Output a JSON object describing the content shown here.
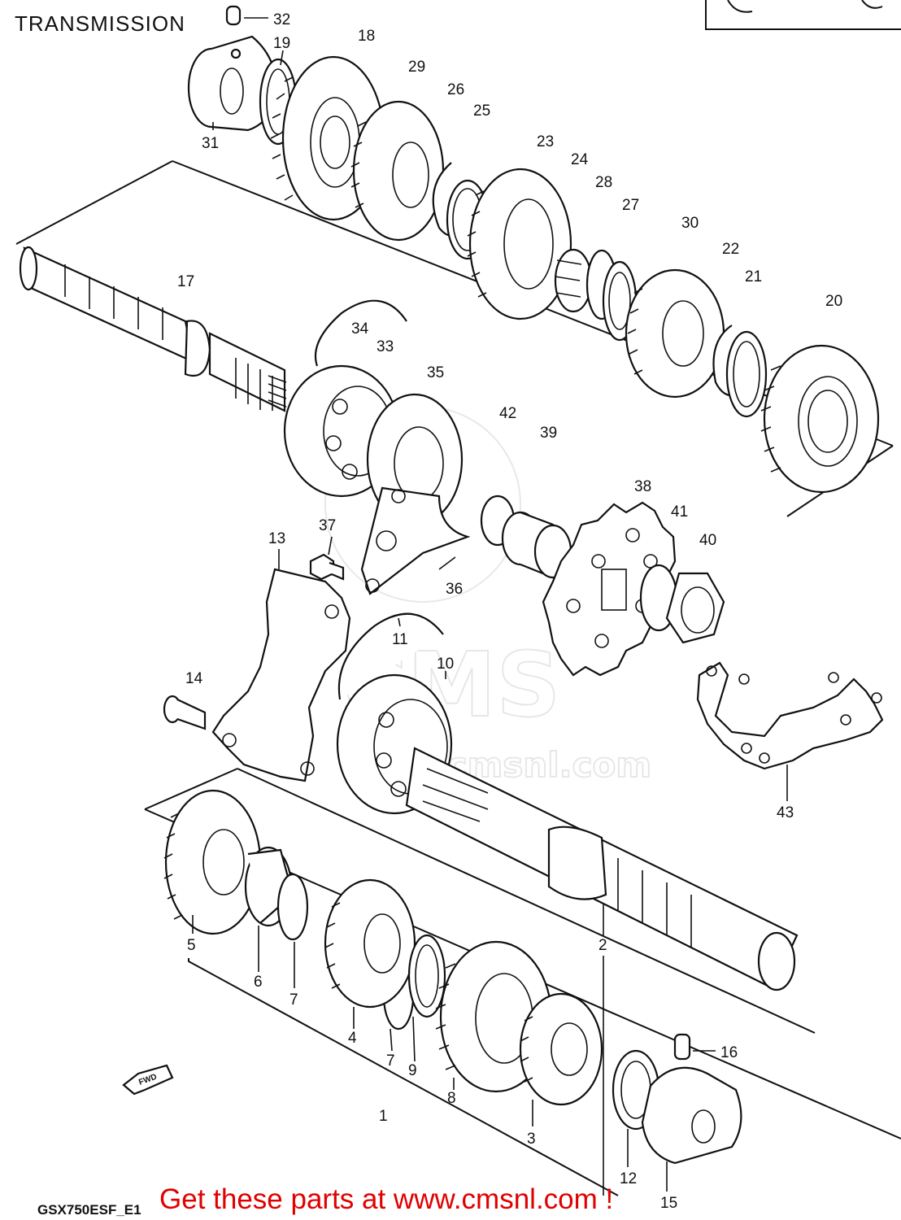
{
  "page_title": "TRANSMISSION",
  "footer": {
    "model_code": "GSX750ESF_E1",
    "promo": "Get these parts at www.cmsnl.com !"
  },
  "watermark": {
    "text": "CMS",
    "url": "www.cmsnl.com"
  },
  "fwd_marker": {
    "label": "FWD"
  },
  "parts": [
    "1",
    "2",
    "3",
    "4",
    "5",
    "6",
    "7",
    "8",
    "9",
    "10",
    "11",
    "12",
    "13",
    "14",
    "15",
    "16",
    "17",
    "18",
    "19",
    "20",
    "21",
    "22",
    "23",
    "24",
    "25",
    "26",
    "27",
    "28",
    "29",
    "30",
    "31",
    "32",
    "33",
    "34",
    "35",
    "36",
    "37",
    "38",
    "39",
    "40",
    "41",
    "42",
    "43"
  ],
  "colors": {
    "promo": "#e00000",
    "ink": "#111111"
  }
}
